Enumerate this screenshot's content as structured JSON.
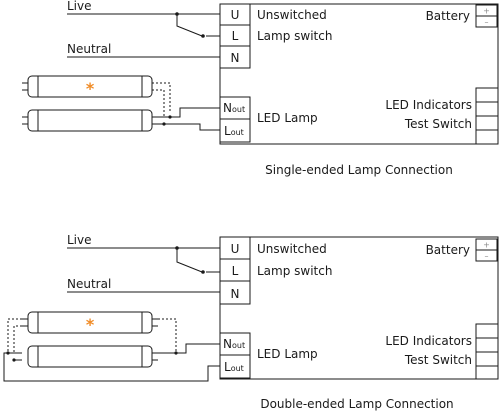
{
  "diagrams": [
    {
      "caption": "Single-ended Lamp Connection",
      "wires": {
        "live": "Live",
        "neutral": "Neutral"
      },
      "terminals": {
        "u": "U",
        "l": "L",
        "n": "N",
        "nout_main": "N",
        "nout_sub": "out",
        "lout_main": "L",
        "lout_sub": "out"
      },
      "labels": {
        "unswitched": "Unswitched",
        "lamp_switch": "Lamp switch",
        "battery": "Battery",
        "led_lamp": "LED Lamp",
        "led_indicators": "LED Indicators",
        "test_switch": "Test Switch"
      },
      "battery_signs": {
        "plus": "+",
        "minus": "–"
      },
      "lamp_marker": "*"
    },
    {
      "caption": "Double-ended Lamp Connection",
      "wires": {
        "live": "Live",
        "neutral": "Neutral"
      },
      "terminals": {
        "u": "U",
        "l": "L",
        "n": "N",
        "nout_main": "N",
        "nout_sub": "out",
        "lout_main": "L",
        "lout_sub": "out"
      },
      "labels": {
        "unswitched": "Unswitched",
        "lamp_switch": "Lamp switch",
        "battery": "Battery",
        "led_lamp": "LED Lamp",
        "led_indicators": "LED Indicators",
        "test_switch": "Test Switch"
      },
      "battery_signs": {
        "plus": "+",
        "minus": "–"
      },
      "lamp_marker": "*"
    }
  ]
}
